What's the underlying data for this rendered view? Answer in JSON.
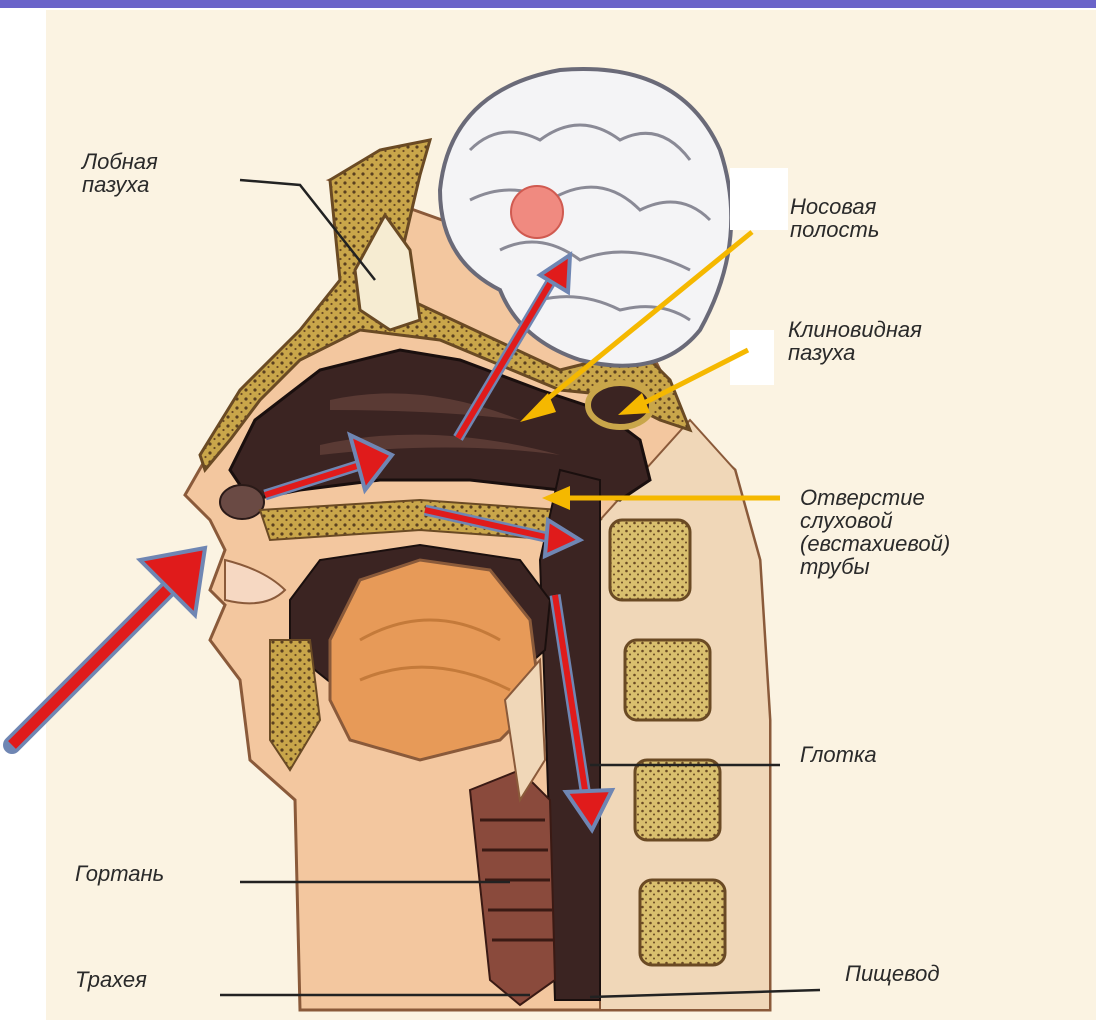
{
  "colors": {
    "background": "#fbf3e2",
    "accent_bar": "#6a63c9",
    "bone": "#c9a64a",
    "tissue": "#e8b48a",
    "cavity": "#3b2422",
    "brain": "#f4f4f6",
    "air_flow_arrow": "#e01b1b",
    "air_flow_outline": "#6f86b3",
    "pointer_arrow": "#f5b800"
  },
  "labels": {
    "frontal_sinus": "Лобная\nпазуха",
    "nasal_cavity": "Носовая\nполость",
    "sphenoid_sinus": "Клиновидная\nпазуха",
    "eustachian_opening": "Отверстие\nслуховой\n(евстахиевой)\nтрубы",
    "pharynx": "Глотка",
    "larynx": "Гортань",
    "trachea": "Трахея",
    "esophagus": "Пищевод"
  }
}
